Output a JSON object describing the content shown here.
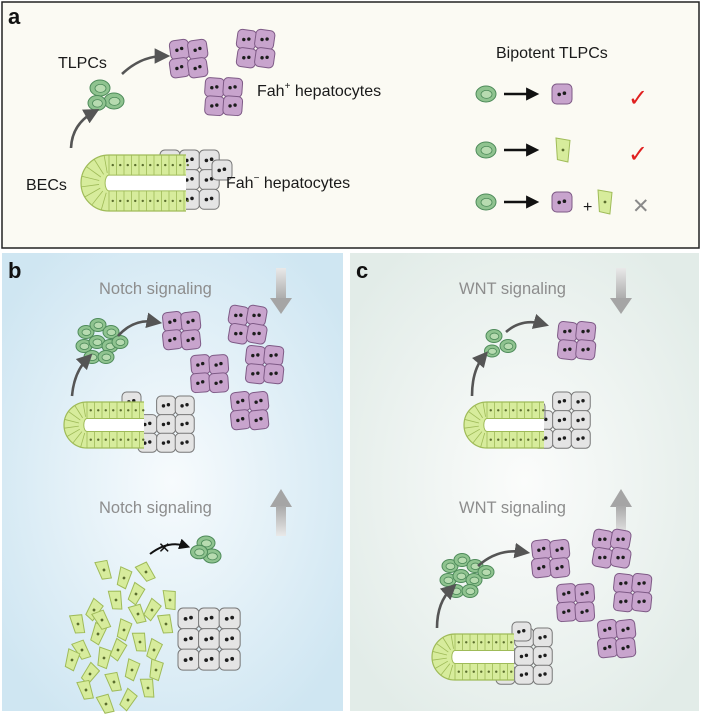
{
  "panel_a": {
    "letter": "a",
    "tlpcs": "TLPCs",
    "becs": "BECs",
    "fah_plus": {
      "base": "Fah",
      "sup": "+",
      "rest": " hepatocytes"
    },
    "fah_minus": {
      "base": "Fah",
      "sup": "−",
      "rest": " hepatocytes"
    },
    "bipotent_title": "Bipotent TLPCs",
    "plus_sign": "+",
    "outcomes": [
      {
        "mark": "✓",
        "result": "valid",
        "color": "#e02020"
      },
      {
        "mark": "✓",
        "result": "valid",
        "color": "#e02020"
      },
      {
        "mark": "✕",
        "result": "invalid",
        "color": "#8a8a8a"
      }
    ]
  },
  "panel_b": {
    "letter": "b",
    "signal_top": "Notch signaling",
    "signal_bottom": "Notch signaling",
    "blocked_mark": "✕"
  },
  "panel_c": {
    "letter": "c",
    "signal_top": "WNT signaling",
    "signal_bottom": "WNT signaling"
  },
  "colors": {
    "tlpc_fill": "#8fc38f",
    "tlpc_edge": "#4e8b5a",
    "bec_fill": "#d7ec9c",
    "bec_edge": "#9fbb58",
    "hep_plus_fill": "#c8a4cd",
    "hep_plus_edge": "#7e5a86",
    "hep_minus_fill": "#e4e4e4",
    "hep_minus_edge": "#777777",
    "panel_a_bg": "#fbfaf3",
    "panel_b_bg": "#e6f2f8",
    "panel_c_bg": "#eef3f1"
  }
}
